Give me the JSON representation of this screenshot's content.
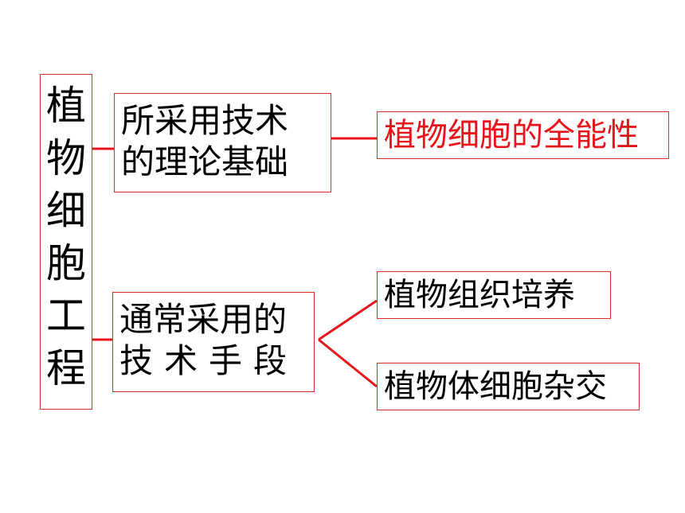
{
  "root": {
    "label": "植物细胞工程"
  },
  "theory": {
    "label_line1": "所采用技术",
    "label_line2": "的理论基础",
    "answer": "植物细胞的全能性",
    "answer_color": "#e8141b"
  },
  "method": {
    "label_line1": "通常采用的",
    "label_line2": "技术手段",
    "answers": [
      "植物组织培养",
      "植物体细胞杂交"
    ]
  },
  "colors": {
    "box_border": "#d9302c",
    "connector": "#e8141b"
  }
}
